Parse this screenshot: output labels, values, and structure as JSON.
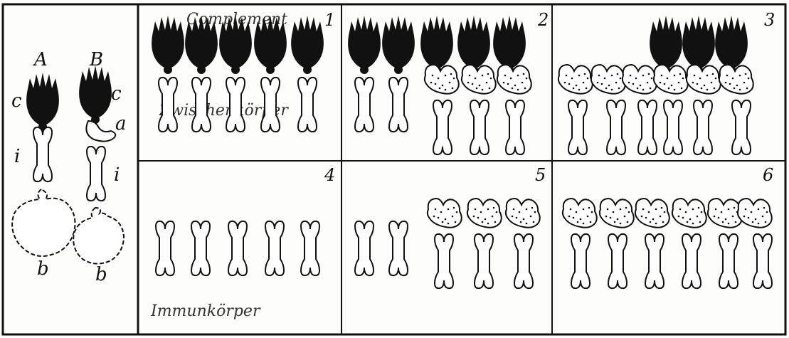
{
  "left_panel": {
    "col_a": "A",
    "col_b": "B",
    "label_c": "c",
    "label_a": "a",
    "label_i": "i",
    "label_b": "b"
  },
  "panels": [
    {
      "number": "1",
      "annotation": "Complement",
      "note": "Zwischenkörper"
    },
    {
      "number": "2"
    },
    {
      "number": "3"
    },
    {
      "number": "4",
      "note": "Immunkörper"
    },
    {
      "number": "5"
    },
    {
      "number": "6"
    }
  ],
  "colors": {
    "ink": "#111111",
    "paper": "#fdfdfb"
  }
}
